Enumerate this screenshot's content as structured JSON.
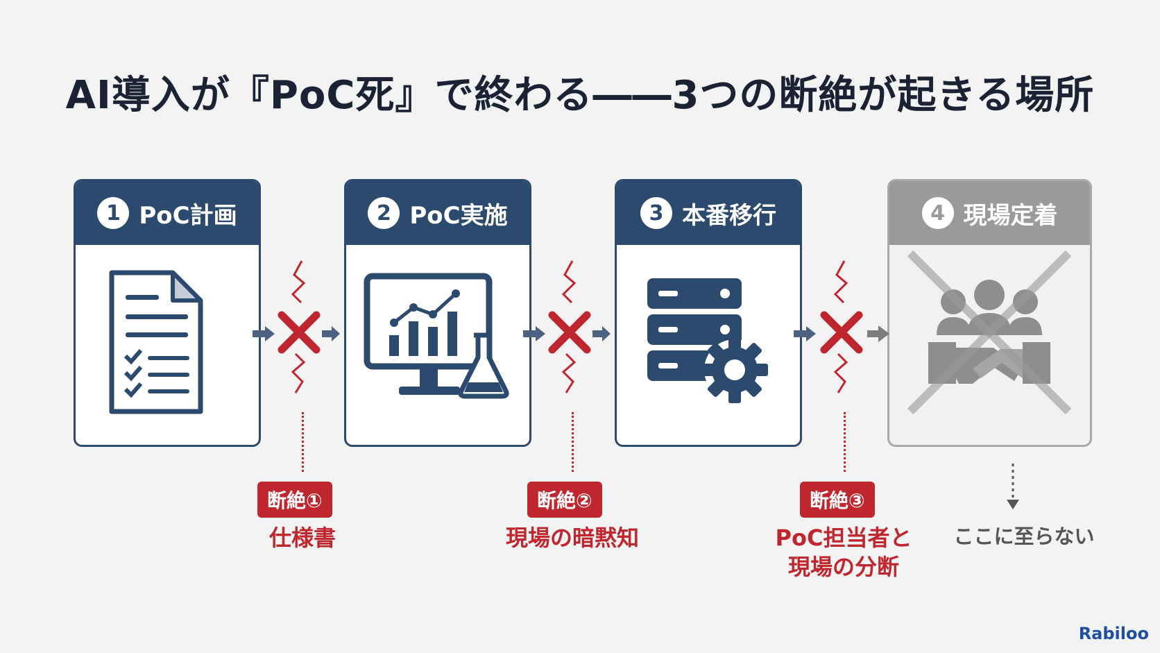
{
  "title": "AI導入が『PoC死』で終わる――3つの断絶が起きる場所",
  "steps": [
    {
      "number": "1",
      "label": "PoC計画"
    },
    {
      "number": "2",
      "label": "PoC実施"
    },
    {
      "number": "3",
      "label": "本番移行"
    },
    {
      "number": "4",
      "label": "現場定着"
    }
  ],
  "breaks": [
    {
      "badge": "断絶①",
      "caption_lines": [
        "仕様書"
      ]
    },
    {
      "badge": "断絶②",
      "caption_lines": [
        "現場の暗黙知"
      ]
    },
    {
      "badge": "断絶③",
      "caption_lines": [
        "PoC担当者と",
        "現場の分断"
      ]
    }
  ],
  "final_caption": "ここに至らない",
  "brand": "Rabiloo",
  "colors": {
    "navy": "#2c4a6e",
    "red": "#c0262d",
    "gray": "#9a9a9a"
  },
  "icons": [
    "document-checklist-icon",
    "monitor-chart-flask-icon",
    "server-gear-icon",
    "team-handshake-icon"
  ]
}
